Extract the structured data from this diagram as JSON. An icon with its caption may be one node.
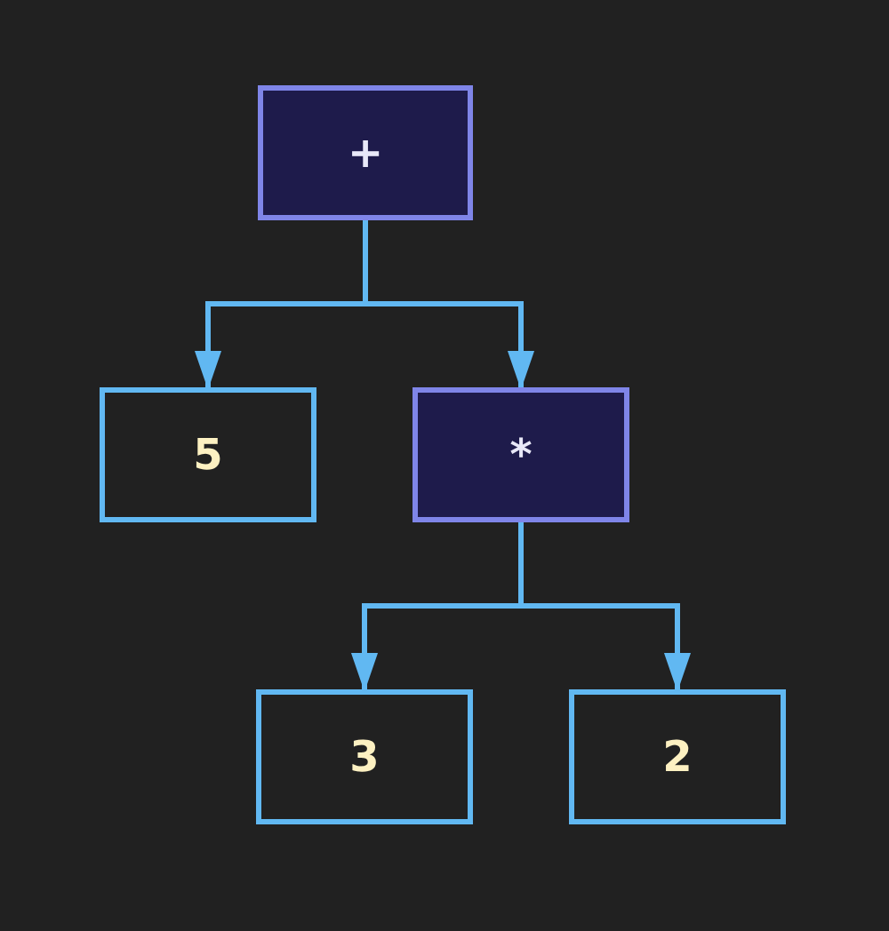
{
  "diagram": {
    "nodes": [
      {
        "text": [
          "+"
        ]
      },
      {
        "text": [
          "5"
        ]
      },
      {
        "text": [
          "*"
        ]
      },
      {
        "text": [
          "3"
        ]
      },
      {
        "text": [
          "2"
        ]
      }
    ],
    "edges": [
      {
        "from": 0,
        "to": 1,
        "arrow": "to"
      },
      {
        "from": 0,
        "to": 2,
        "arrow": "to"
      },
      {
        "from": 2,
        "to": 3,
        "arrow": "to"
      },
      {
        "from": 2,
        "to": 4,
        "arrow": "to"
      }
    ]
  }
}
